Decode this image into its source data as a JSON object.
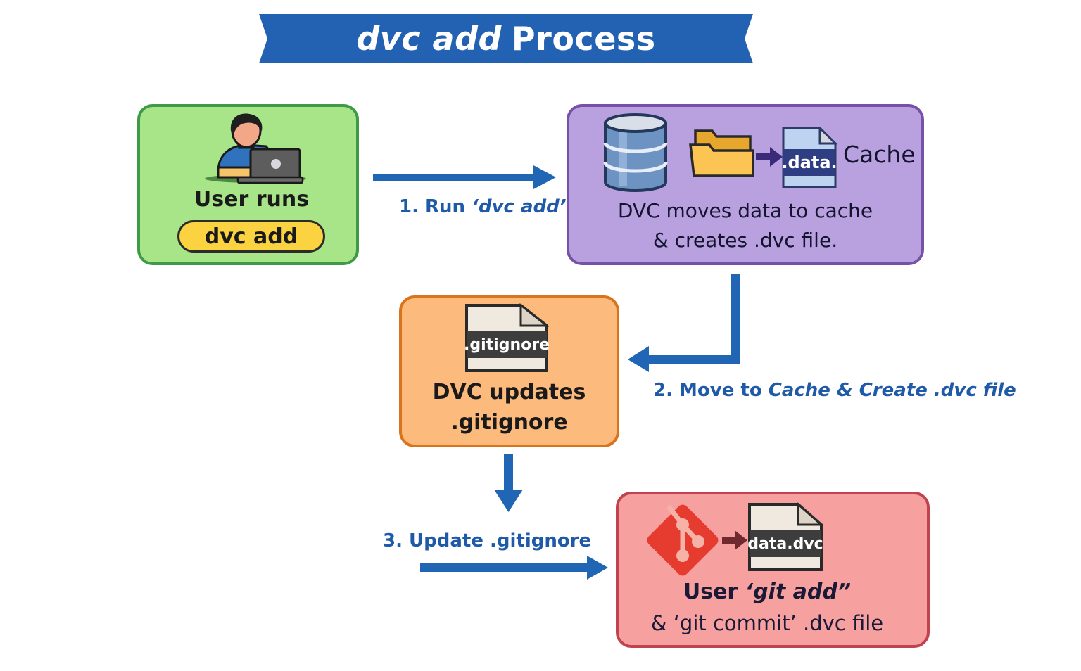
{
  "title": {
    "italic_part": "dvc add",
    "regular_part": "Process",
    "banner_color": "#2361b2"
  },
  "nodes": {
    "user": {
      "icon": "user-at-laptop-icon",
      "line1": "User runs",
      "command": "dvc add",
      "fill": "#a8e488",
      "border": "#3f9a47"
    },
    "cache": {
      "icons": [
        "database-icon",
        "folder-icon",
        "arrow-right-icon",
        "data-file-icon"
      ],
      "file_label": ".data.",
      "side_label": "Cache",
      "line1": "DVC moves data to cache",
      "line2": "& creates .dvc file.",
      "fill": "#b9a1e0",
      "border": "#7552a8"
    },
    "gitignore": {
      "icon": "gitignore-file-icon",
      "file_label": ".gitignore",
      "line1": "DVC updates",
      "line2": ".gitignore",
      "fill": "#fcba7c",
      "border": "#d9741d"
    },
    "git": {
      "icons": [
        "git-logo-icon",
        "arrow-right-icon",
        "dvc-file-icon"
      ],
      "file_label": "data.dvc",
      "line1_prefix": "User ",
      "line1_quoted": "‘git add”",
      "line2": "& ‘git commit’ .dvc file",
      "fill": "#f6a0a0",
      "border": "#c0434f"
    }
  },
  "edges": [
    {
      "from": "user",
      "to": "cache",
      "label_prefix": "1. Run ",
      "label_italic": "‘dvc add’"
    },
    {
      "from": "cache",
      "to": "gitignore",
      "label_prefix": "2. Move to ",
      "label_italic": "Cache & Create .dvc file"
    },
    {
      "from": "gitignore",
      "to": "git",
      "label_prefix": "3. Update .gitignore",
      "label_italic": ""
    }
  ],
  "arrow_color": "#2166b5"
}
